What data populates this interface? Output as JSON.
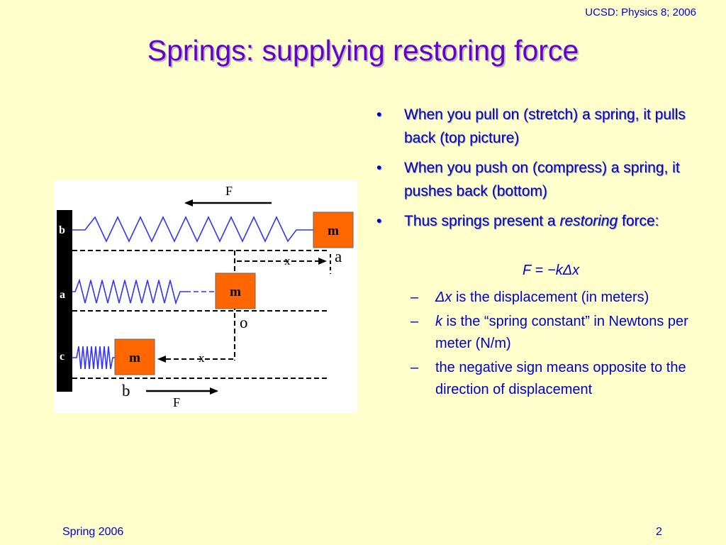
{
  "header": {
    "course": "UCSD: Physics 8; 2006"
  },
  "title": "Springs: supplying restoring force",
  "figure": {
    "labels": {
      "force_top": "F",
      "force_bottom": "F",
      "mass_top": "m",
      "mass_middle": "m",
      "mass_bottom": "m",
      "position_b": "b",
      "position_a": "a",
      "position_c": "c",
      "marker_a": "a",
      "marker_o": "o",
      "marker_b": "b",
      "disp_top": "x",
      "disp_bottom": "x"
    }
  },
  "bullets": [
    {
      "marker": "•",
      "text": "When you pull on (stretch) a spring, it pulls back (top picture)"
    },
    {
      "marker": "•",
      "text": "When you push on (compress) a spring, it pushes back (bottom)"
    },
    {
      "marker": "•",
      "text_before": "Thus springs present a ",
      "text_italic": "restoring",
      "text_after": " force:"
    }
  ],
  "formula": {
    "F": "F",
    "eq": " = ",
    "rhs": "−kΔx"
  },
  "sub_bullets": [
    {
      "marker": "–",
      "italic": "Δx",
      "text": " is the displacement (in meters)"
    },
    {
      "marker": "–",
      "italic": "k",
      "text": " is the “spring constant” in Newtons per meter (N/m)"
    },
    {
      "marker": "–",
      "text": "the negative sign means opposite to the direction of displacement"
    }
  ],
  "footer": {
    "left": "Spring 2006",
    "page": "2"
  },
  "colors": {
    "background": "#ffffcc",
    "title": "#6600cc",
    "text": "#0000cc",
    "mass_fill": "#ff6600",
    "spring": "#3333ff"
  }
}
